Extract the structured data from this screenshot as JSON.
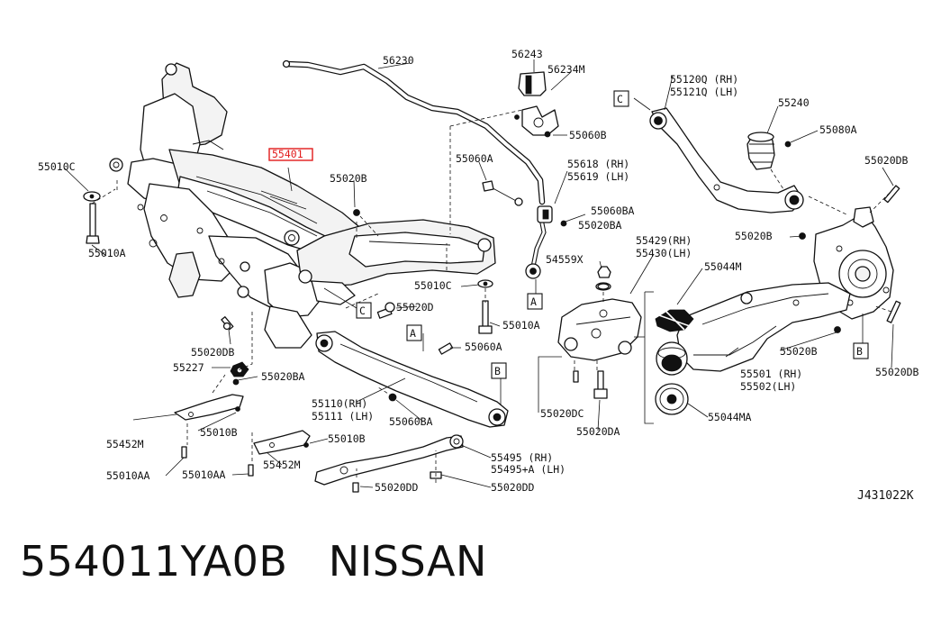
{
  "highlight_color": "#e21b1b",
  "diagram_code": "J431022K",
  "caption": {
    "part_number": "554011YA0B",
    "brand": "NISSAN"
  },
  "callouts": {
    "A": "A",
    "B": "B",
    "C": "C"
  },
  "part_labels": {
    "p56230": "56230",
    "p56243": "56243",
    "p56234m": "56234M",
    "p55060b": "55060B",
    "p55120q": "55120Q (RH)",
    "p55121q": "55121Q (LH)",
    "p55240": "55240",
    "p55080a": "55080A",
    "p55010c_top": "55010C",
    "p55401": "55401",
    "p55020b_top": "55020B",
    "p55060a_top": "55060A",
    "p55618": "55618 (RH)",
    "p55619": "55619 (LH)",
    "p55060ba_top": "55060BA",
    "p55020ba_mid": "55020BA",
    "p55020db_right": "55020DB",
    "p55010a_left": "55010A",
    "p55429": "55429(RH)",
    "p55430": "55430(LH)",
    "p55020b_right": "55020B",
    "p54559x": "54559X",
    "p55044m": "55044M",
    "p55010c_mid": "55010C",
    "p55020d": "55020D",
    "p55010a_mid": "55010A",
    "p55020db_left": "55020DB",
    "p55060a_mid": "55060A",
    "p55227": "55227",
    "p55020ba_low": "55020BA",
    "p55020b_right2": "55020B",
    "p55501": "55501 (RH)",
    "p55502": "55502(LH)",
    "p55020db_right2": "55020DB",
    "p55110": "55110(RH)",
    "p55111": "55111 (LH)",
    "p55060ba_low": "55060BA",
    "p55020dc": "55020DC",
    "p55020da": "55020DA",
    "p55044ma": "55044MA",
    "p55452m_left": "55452M",
    "p55010b_left": "55010B",
    "p55010b_right": "55010B",
    "p55495_rh": "55495 (RH)",
    "p55495_lh": "55495+A (LH)",
    "p55010aa_1": "55010AA",
    "p55010aa_2": "55010AA",
    "p55452m_right": "55452M",
    "p55020dd_1": "55020DD",
    "p55020dd_2": "55020DD"
  }
}
